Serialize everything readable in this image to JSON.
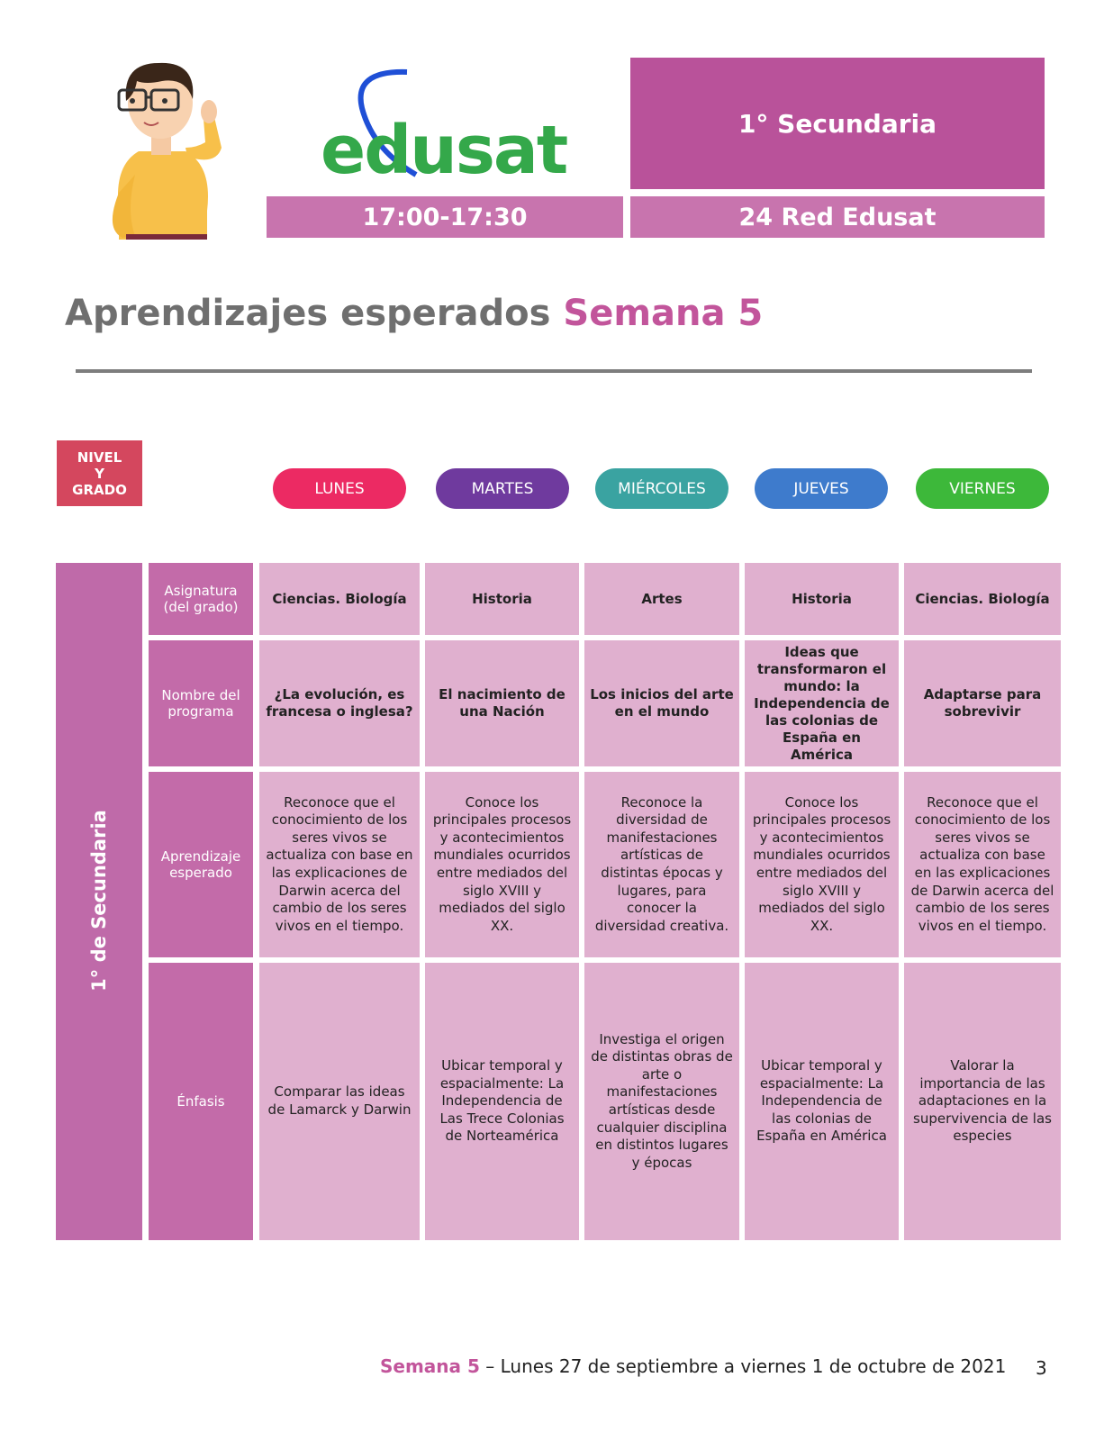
{
  "header": {
    "logo_text": "edusat",
    "level": "1° Secundaria",
    "time": "17:00-17:30",
    "channel": "24 Red Edusat"
  },
  "title": {
    "main": "Aprendizajes esperados",
    "week": "Semana 5"
  },
  "nivel_label": [
    "NIVEL",
    "Y",
    "GRADO"
  ],
  "days": [
    {
      "label": "LUNES",
      "color": "#ec2a63"
    },
    {
      "label": "MARTES",
      "color": "#6f3a9e"
    },
    {
      "label": "MIÉRCOLES",
      "color": "#3aa3a1"
    },
    {
      "label": "JUEVES",
      "color": "#3e7bcc"
    },
    {
      "label": "VIERNES",
      "color": "#3db83a"
    }
  ],
  "table": {
    "grade_label": "1° de Secundaria",
    "row_headers": [
      "Asignatura (del grado)",
      "Nombre del programa",
      "Aprendizaje esperado",
      "Énfasis"
    ],
    "rows": [
      [
        "Ciencias. Biología",
        "Historia",
        "Artes",
        "Historia",
        "Ciencias. Biología"
      ],
      [
        "¿La evolución, es francesa o inglesa?",
        "El nacimiento de una Nación",
        "Los inicios del arte en el mundo",
        "Ideas que transformaron el mundo: la Independencia de las colonias de España en América",
        "Adaptarse para sobrevivir"
      ],
      [
        "Reconoce que el conocimiento de los seres vivos se actualiza con base en las explicaciones de Darwin acerca del cambio de los seres vivos en el tiempo.",
        "Conoce los principales procesos y acontecimientos mundiales ocurridos entre mediados del siglo XVIII y mediados del siglo XX.",
        "Reconoce la diversidad de manifestaciones artísticas de distintas épocas y lugares, para conocer la diversidad creativa.",
        "Conoce los principales procesos y acontecimientos mundiales ocurridos entre mediados del siglo XVIII y mediados del siglo XX.",
        "Reconoce que el conocimiento de los seres vivos se actualiza con base en las explicaciones de Darwin acerca del cambio de los seres vivos en el tiempo."
      ],
      [
        "Comparar las ideas de Lamarck y Darwin",
        "Ubicar temporal y espacialmente: La Independencia de Las Trece Colonias de Norteamérica",
        "Investiga el origen de distintas obras de arte o manifestaciones artísticas desde cualquier disciplina en distintos lugares y épocas",
        "Ubicar temporal y espacialmente: La Independencia de las colonias de España en América",
        "Valorar la importancia de las adaptaciones en la supervivencia de las especies"
      ]
    ]
  },
  "footer": {
    "week": "Semana 5",
    "range": " – Lunes 27 de septiembre a viernes 1 de octubre de 2021",
    "page": "3"
  }
}
